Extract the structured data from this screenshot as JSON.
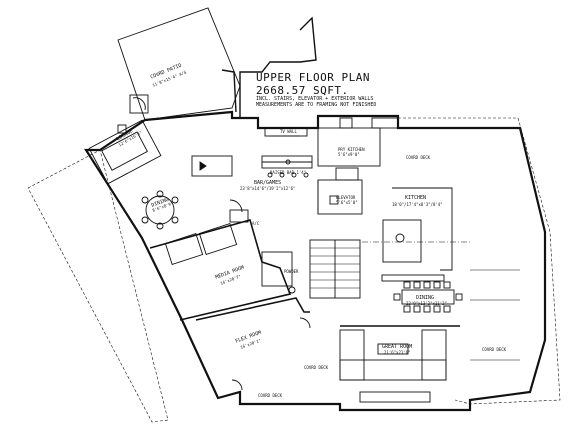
{
  "header": {
    "title": "UPPER FLOOR PLAN",
    "area": "2668.57 SQFT.",
    "note_line1": "INCL. STAIRS, ELEVATOR + EXTERIOR WALLS",
    "note_line2": "MEASUREMENTS ARE TO FRAMING NOT FINISHED"
  },
  "rooms": {
    "covered_patio": {
      "name": "COVRD PATIO",
      "dims": "11'8\"x15'4\" A/G"
    },
    "lounge": {
      "name": "LOUNGE",
      "dims": "12'6\"x16'3\""
    },
    "dining_nook": {
      "name": "DINING",
      "dims": "8'6\"x8'9\""
    },
    "bar_games": {
      "name": "BAR/GAMES",
      "dims": "23'8\"x14'6\"/19'2\"x12'6\""
    },
    "raised_bar": "RAISED BAR 1'4\"",
    "tv_wall": "TV WALL",
    "pantry": {
      "name": "PRY KITCHEN",
      "dims": "5'6\"x9'0\""
    },
    "elevator": {
      "name": "ELEVATOR",
      "dims": "5'6\"x5'0\""
    },
    "kitchen": {
      "name": "KITCHEN",
      "dims": "18'0\"/17'4\"x8'3\"/8'4\""
    },
    "media_room": {
      "name": "MEDIA ROOM",
      "dims": "16'x20'7\""
    },
    "powder": "POWDER",
    "flex_room": {
      "name": "FLEX ROOM",
      "dims": "16'x20'1\""
    },
    "dining": {
      "name": "DINING",
      "dims": "22'9\"x13'2\"x11'2\""
    },
    "great_room": {
      "name": "GREAT ROOM",
      "dims": "21'6\"x21'6\""
    },
    "covrd_deck_top": "COVRD DECK",
    "covrd_deck_right": "COVRD DECK",
    "covrd_deck_bottom": "COVRD DECK",
    "covrd_deck_left": "COVRD DECK",
    "ac": "A/C"
  }
}
